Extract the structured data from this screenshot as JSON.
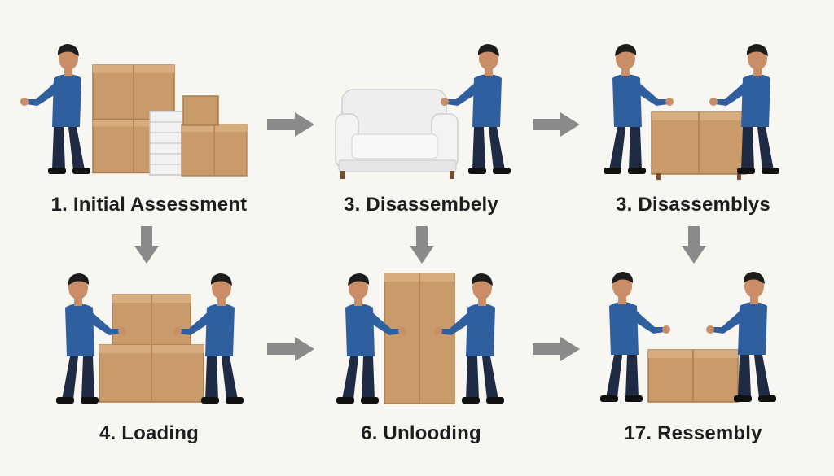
{
  "steps": [
    {
      "label": "1. Initial Assessment",
      "scene": "worker-with-stacked-boxes"
    },
    {
      "label": "3. Disassembely",
      "scene": "worker-wrapping-armchair"
    },
    {
      "label": "3. Disassemblys",
      "scene": "two-workers-lifting-box"
    },
    {
      "label": "4. Loading",
      "scene": "two-workers-stacking-boxes"
    },
    {
      "label": "6. Unlooding",
      "scene": "two-workers-carrying-tall-box"
    },
    {
      "label": "17. Ressembly",
      "scene": "two-workers-lifting-box"
    }
  ],
  "colors": {
    "background": "#f7f6f1",
    "arrow": "#8a8a8a",
    "shirt": "#2f5f9e",
    "pants": "#1f2a44",
    "skin": "#c98d68",
    "hair": "#1c1c1c",
    "cardboard": "#c99b6b",
    "cardboard_dark": "#b48559",
    "upholstery": "#ececec"
  }
}
